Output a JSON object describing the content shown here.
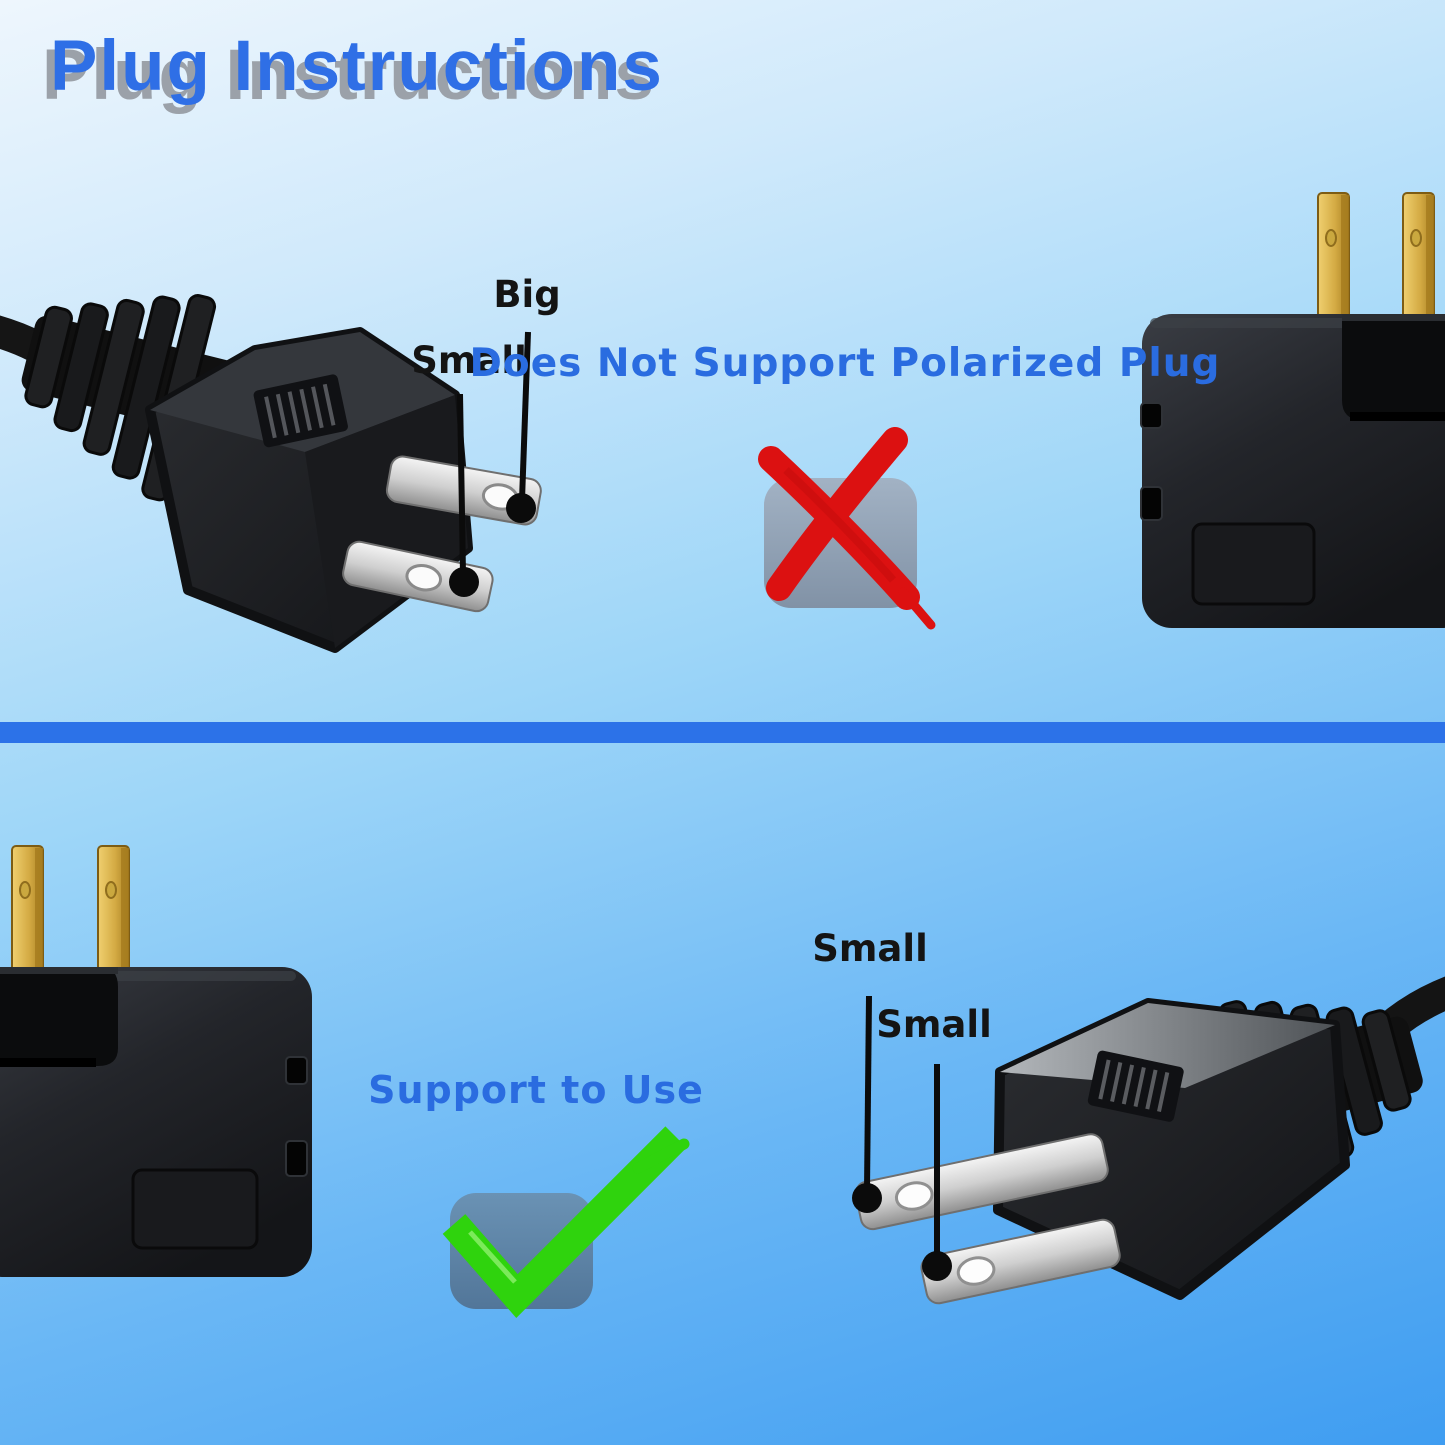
{
  "title": "Plug Instructions",
  "colors": {
    "title_blue": "#2f6fe6",
    "title_shadow_gray": "#9ba1a9",
    "message_blue": "#2a6ce0",
    "label_black": "#141414",
    "reject_red": "#dc1111",
    "approve_green": "#2fd30d",
    "divider_blue": "#2c72e8",
    "badge_gray_blue": "#93a5b9",
    "badge_steel_blue": "#5d86aa",
    "prong_gold": "#d4ab44",
    "prong_silver": "#c9c9c9"
  },
  "top_section": {
    "prong_labels": {
      "big": "Big",
      "small": "Small"
    },
    "message": "Does Not Support Polarized Plug",
    "verdict_icon": "x-mark"
  },
  "bottom_section": {
    "message": "Support to Use",
    "prong_labels": {
      "small_1": "Small",
      "small_2": "Small"
    },
    "verdict_icon": "check-mark"
  }
}
